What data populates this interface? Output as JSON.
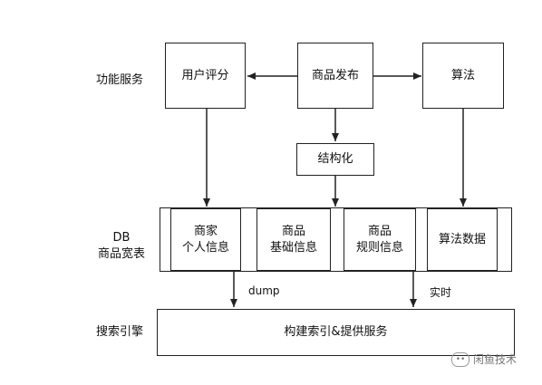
{
  "rows": {
    "service": "功能服务",
    "db_line1": "DB",
    "db_line2": "商品宽表",
    "search": "搜索引擎"
  },
  "nodes": {
    "user_review": "用户评分",
    "publish": "商品发布",
    "algorithm": "算法",
    "structuring": "结构化",
    "merchant_line1": "商家",
    "merchant_line2": "个人信息",
    "base_line1": "商品",
    "base_line2": "基础信息",
    "rules_line1": "商品",
    "rules_line2": "规则信息",
    "algo_data": "算法数据",
    "index_service": "构建索引&提供服务"
  },
  "edges": {
    "dump": "dump",
    "realtime": "实时"
  },
  "watermark": {
    "icon": "wechat-icon",
    "text": "闲鱼技术"
  }
}
